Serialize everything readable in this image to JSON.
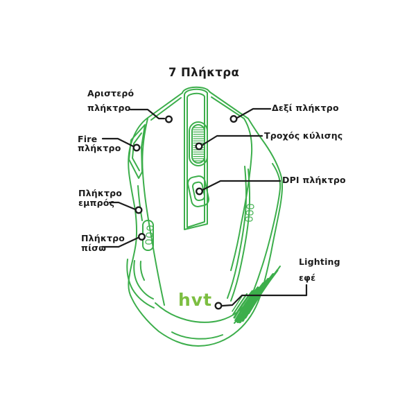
{
  "title": "7 Πλήκτρα",
  "logo": {
    "text": "hvt"
  },
  "colors": {
    "outline_green": "#3cae4b",
    "logo_green": "#7cbe41",
    "annotation_black": "#1c1c1c",
    "background": "#ffffff"
  },
  "labels": {
    "left_button": {
      "line1": "Αριστερό",
      "line2": "πλήκτρο"
    },
    "fire_button": {
      "line1": "Fire",
      "line2": "πλήκτρο"
    },
    "forward_button": {
      "line1": "Πλήκτρο",
      "line2": "εμπρός"
    },
    "back_button": {
      "line1": "Πλήκτρο",
      "line2": "πίσω"
    },
    "right_button": {
      "text": "Δεξί πλήκτρο"
    },
    "scroll_wheel": {
      "text": "Τροχός κύλισης"
    },
    "dpi_button": {
      "text": "DPI πλήκτρο"
    },
    "lighting": {
      "line1": "Lighting",
      "line2": "εφέ"
    }
  }
}
